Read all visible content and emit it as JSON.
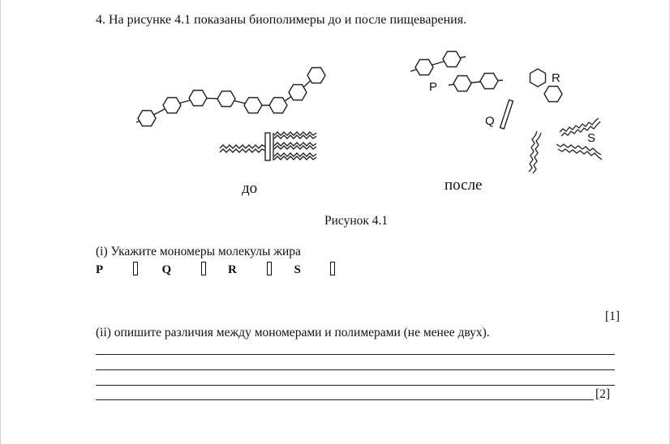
{
  "question": {
    "title": "4.  На рисунке 4.1 показаны биополимеры до и после пищеварения."
  },
  "figure": {
    "label_before": "до",
    "label_after": "после",
    "caption": "Рисунок 4.1",
    "labels": {
      "p": "P",
      "q": "Q",
      "r": "R",
      "s": "S"
    }
  },
  "part_i": {
    "text": "(i) Укажите мономеры молекулы  жира",
    "options": [
      "P",
      "Q",
      "R",
      "S"
    ]
  },
  "part_ii": {
    "text": "(ii) опишите различия между мономерами и полимерами (не менее двух)."
  },
  "marks": {
    "part_i": "[1]",
    "part_ii": "[2]"
  }
}
